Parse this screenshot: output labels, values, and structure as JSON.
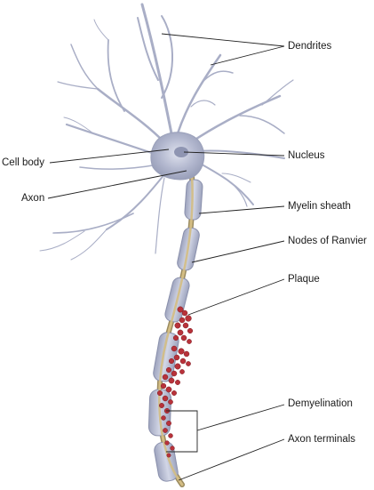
{
  "labels": {
    "dendrites": "Dendrites",
    "cell_body": "Cell body",
    "nucleus": "Nucleus",
    "axon": "Axon",
    "myelin_sheath": "Myelin sheath",
    "nodes_of_ranvier": "Nodes of Ranvier",
    "plaque": "Plaque",
    "demyelination": "Demyelination",
    "axon_terminals": "Axon terminals"
  },
  "colors": {
    "neuron": "#aab0c8",
    "neuron_dark": "#8a90ac",
    "myelin": "#b8bed6",
    "axon_core": "#c9b27a",
    "plaque": "#b8323a",
    "leader": "#222222"
  }
}
